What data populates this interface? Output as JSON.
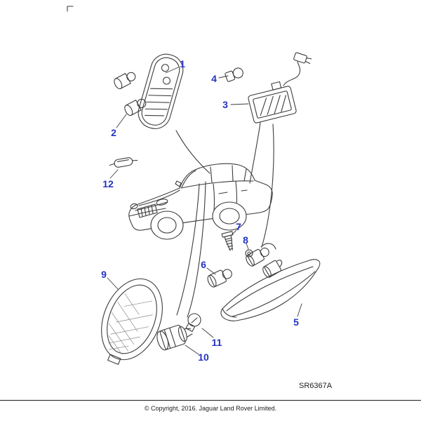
{
  "diagram": {
    "drawing_number": "SR6367A",
    "copyright": "© Copyright, 2016. Jaguar Land Rover Limited.",
    "callouts": [
      {
        "id": "1"
      },
      {
        "id": "2"
      },
      {
        "id": "3"
      },
      {
        "id": "4"
      },
      {
        "id": "5"
      },
      {
        "id": "6"
      },
      {
        "id": "7"
      },
      {
        "id": "8"
      },
      {
        "id": "9"
      },
      {
        "id": "10"
      },
      {
        "id": "11"
      },
      {
        "id": "12"
      }
    ],
    "colors": {
      "callout_blue": "#2333c0",
      "line_gray": "#3c3c3c"
    }
  }
}
